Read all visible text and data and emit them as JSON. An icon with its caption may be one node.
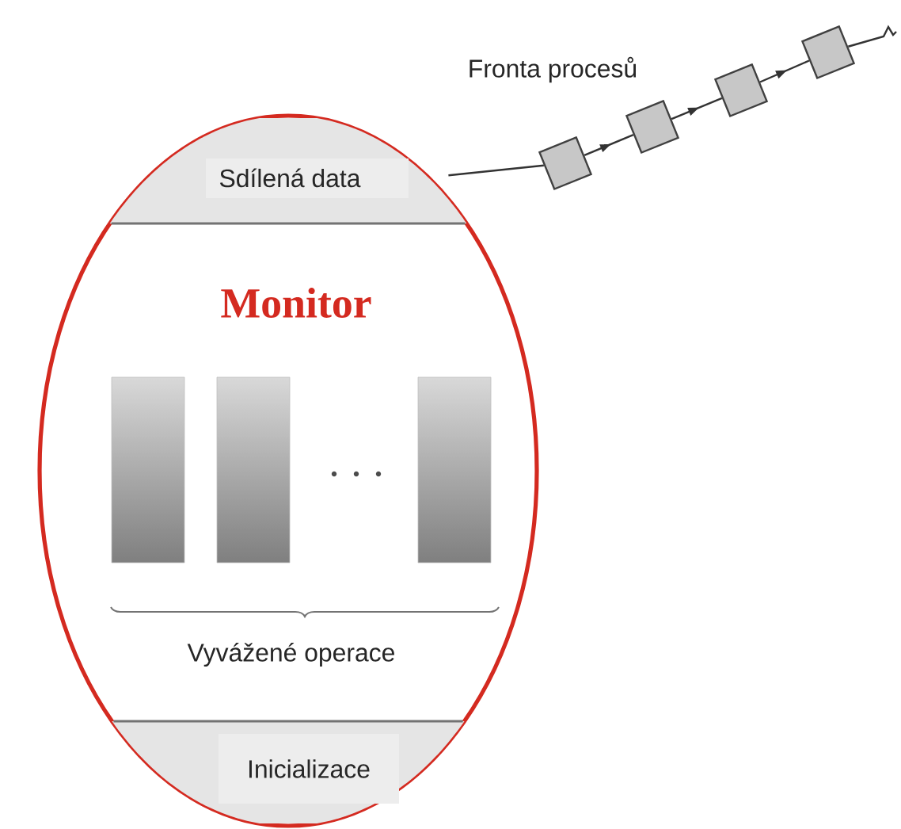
{
  "diagram": {
    "nodes": [
      {
        "text": [
          "Monitor"
        ]
      },
      {
        "text": [
          "Sdílená data"
        ],
        "in": 0
      },
      {
        "text": [
          "Inicializace"
        ],
        "in": 0
      },
      {
        "text": [],
        "shape": "bar",
        "in": 0
      },
      {
        "text": [],
        "shape": "bar",
        "in": 0
      },
      {
        "text": [],
        "shape": "bar",
        "in": 0
      },
      {
        "text": [],
        "shape": "box"
      },
      {
        "text": [],
        "shape": "box"
      },
      {
        "text": [],
        "shape": "box"
      },
      {
        "text": [],
        "shape": "box"
      }
    ],
    "edges": [
      {
        "from": 6,
        "to": 1,
        "arrow": "none"
      },
      {
        "from": 6,
        "to": 7,
        "arrow": "to"
      },
      {
        "from": 7,
        "to": 8,
        "arrow": "to"
      },
      {
        "from": 8,
        "to": 9,
        "arrow": "to"
      },
      {
        "from": 9,
        "to": null,
        "arrow": "none"
      }
    ],
    "labels": [
      "Fronta procesů",
      "Vyvážené operace"
    ]
  }
}
